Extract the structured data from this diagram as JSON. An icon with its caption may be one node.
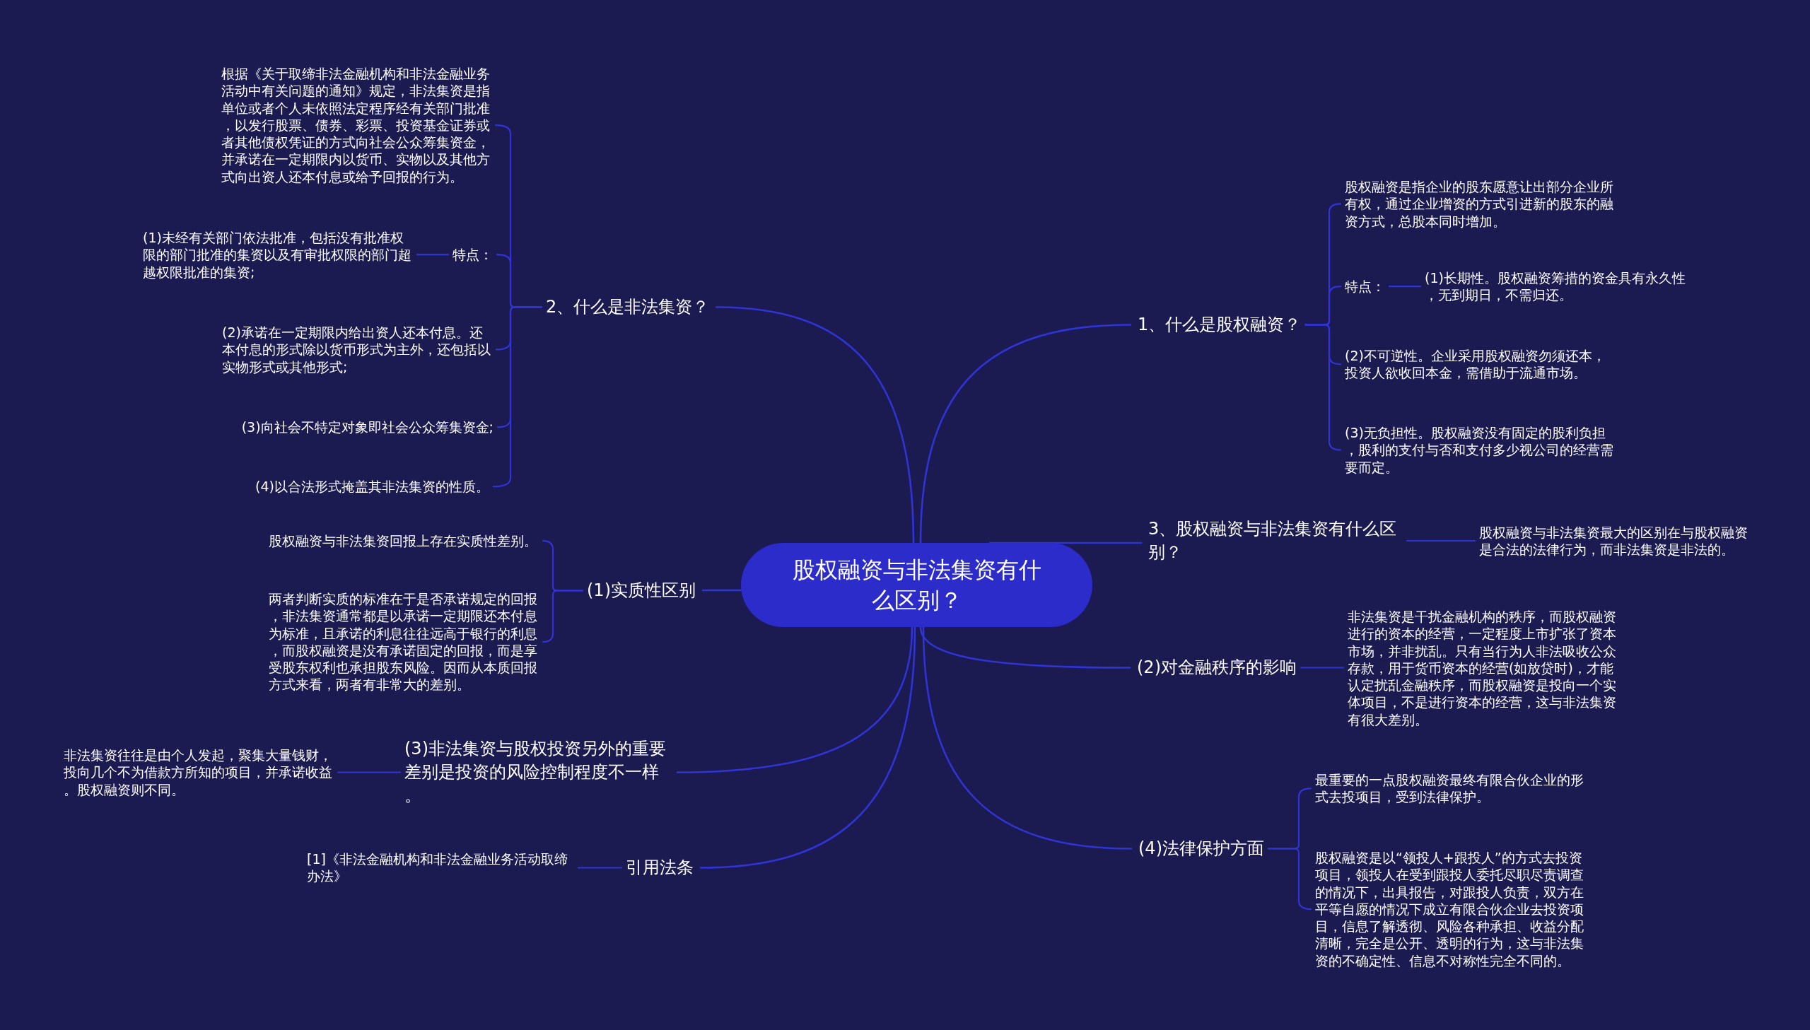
{
  "diagram": {
    "nodes": [
      {
        "text": [
          "股权融资与非法集资有什么区别？"
        ]
      },
      {
        "text": [
          "2、什么是非法集资？"
        ]
      },
      {
        "text": [
          "根据《关于取缔非法金融机构和非法金融业务活动中有关问题的通知》规定，非法集资是指单位或者个人未依照法定程序经有关部门批准，以发行股票、债券、彩票、投资基金证券或者其他债权凭证的方式向社会公众筹集资金，并承诺在一定期限内以货币、实物以及其他方式向出资人还本付息或给予回报的行为。"
        ]
      },
      {
        "text": [
          "特点："
        ]
      },
      {
        "text": [
          "(1)未经有关部门依法批准，包括没有批准权限的部门批准的集资以及有审批权限的部门超越权限批准的集资;"
        ]
      },
      {
        "text": [
          "(2)承诺在一定期限内给出资人还本付息。还本付息的形式除以货币形式为主外，还包括以实物形式或其他形式;"
        ]
      },
      {
        "text": [
          "(3)向社会不特定对象即社会公众筹集资金;"
        ]
      },
      {
        "text": [
          "(4)以合法形式掩盖其非法集资的性质。"
        ]
      },
      {
        "text": [
          "(1)实质性区别"
        ]
      },
      {
        "text": [
          "股权融资与非法集资回报上存在实质性差别。"
        ]
      },
      {
        "text": [
          "两者判断实质的标准在于是否承诺规定的回报，非法集资通常都是以承诺一定期限还本付息为标准，且承诺的利息往往远高于银行的利息，而股权融资是没有承诺固定的回报，而是享受股东权利也承担股东风险。因而从本质回报方式来看，两者有非常大的差别。"
        ]
      },
      {
        "text": [
          "(3)非法集资与股权投资另外的重要差别是投资的风险控制程度不一样。"
        ]
      },
      {
        "text": [
          "非法集资往往是由个人发起，聚集大量钱财，投向几个不为借款方所知的项目，并承诺收益。股权融资则不同。"
        ]
      },
      {
        "text": [
          "引用法条"
        ]
      },
      {
        "text": [
          "[1]《非法金融机构和非法金融业务活动取缔办法》"
        ]
      },
      {
        "text": [
          "1、什么是股权融资？"
        ]
      },
      {
        "text": [
          "股权融资是指企业的股东愿意让出部分企业所有权，通过企业增资的方式引进新的股东的融资方式，总股本同时增加。"
        ]
      },
      {
        "text": [
          "特点："
        ]
      },
      {
        "text": [
          "(1)长期性。股权融资筹措的资金具有永久性，无到期日，不需归还。"
        ]
      },
      {
        "text": [
          "(2)不可逆性。企业采用股权融资勿须还本，投资人欲收回本金，需借助于流通市场。"
        ]
      },
      {
        "text": [
          "(3)无负担性。股权融资没有固定的股利负担，股利的支付与否和支付多少视公司的经营需要而定。"
        ]
      },
      {
        "text": [
          "3、股权融资与非法集资有什么区别？"
        ]
      },
      {
        "text": [
          "股权融资与非法集资最大的区别在与股权融资是合法的法律行为，而非法集资是非法的。"
        ]
      },
      {
        "text": [
          "(2)对金融秩序的影响"
        ]
      },
      {
        "text": [
          "非法集资是干扰金融机构的秩序，而股权融资进行的资本的经营，一定程度上市扩张了资本市场，并非扰乱。只有当行为人非法吸收公众存款，用于货币资本的经营(如放贷时)，才能认定扰乱金融秩序，而股权融资是投向一个实体项目，不是进行资本的经营，这与非法集资有很大差别。"
        ]
      },
      {
        "text": [
          "(4)法律保护方面"
        ]
      },
      {
        "text": [
          "最重要的一点股权融资最终有限合伙企业的形式去投项目，受到法律保护。"
        ]
      },
      {
        "text": [
          "股权融资是以“领投人+跟投人”的方式去投资项目，领投人在受到跟投人委托尽职尽责调查的情况下，出具报告，对跟投人负责，双方在平等自愿的情况下成立有限合伙企业去投资项目，信息了解透彻、风险各种承担、收益分配清晰，完全是公开、透明的行为，这与非法集资的不确定性、信息不对称性完全不同的。"
        ]
      }
    ],
    "edges": [
      {
        "from": 0,
        "to": 1,
        "arrow": "none"
      },
      {
        "from": 1,
        "to": 2,
        "arrow": "none"
      },
      {
        "from": 1,
        "to": 3,
        "arrow": "none"
      },
      {
        "from": 3,
        "to": 4,
        "arrow": "none"
      },
      {
        "from": 1,
        "to": 5,
        "arrow": "none"
      },
      {
        "from": 1,
        "to": 6,
        "arrow": "none"
      },
      {
        "from": 1,
        "to": 7,
        "arrow": "none"
      },
      {
        "from": 0,
        "to": 8,
        "arrow": "none"
      },
      {
        "from": 8,
        "to": 9,
        "arrow": "none"
      },
      {
        "from": 8,
        "to": 10,
        "arrow": "none"
      },
      {
        "from": 0,
        "to": 11,
        "arrow": "none"
      },
      {
        "from": 11,
        "to": 12,
        "arrow": "none"
      },
      {
        "from": 0,
        "to": 13,
        "arrow": "none"
      },
      {
        "from": 13,
        "to": 14,
        "arrow": "none"
      },
      {
        "from": 0,
        "to": 15,
        "arrow": "none"
      },
      {
        "from": 15,
        "to": 16,
        "arrow": "none"
      },
      {
        "from": 15,
        "to": 17,
        "arrow": "none"
      },
      {
        "from": 17,
        "to": 18,
        "arrow": "none"
      },
      {
        "from": 15,
        "to": 19,
        "arrow": "none"
      },
      {
        "from": 15,
        "to": 20,
        "arrow": "none"
      },
      {
        "from": 0,
        "to": 21,
        "arrow": "none"
      },
      {
        "from": 21,
        "to": 22,
        "arrow": "none"
      },
      {
        "from": 0,
        "to": 23,
        "arrow": "none"
      },
      {
        "from": 23,
        "to": 24,
        "arrow": "none"
      },
      {
        "from": 0,
        "to": 25,
        "arrow": "none"
      },
      {
        "from": 25,
        "to": 26,
        "arrow": "none"
      },
      {
        "from": 25,
        "to": 27,
        "arrow": "none"
      }
    ]
  }
}
